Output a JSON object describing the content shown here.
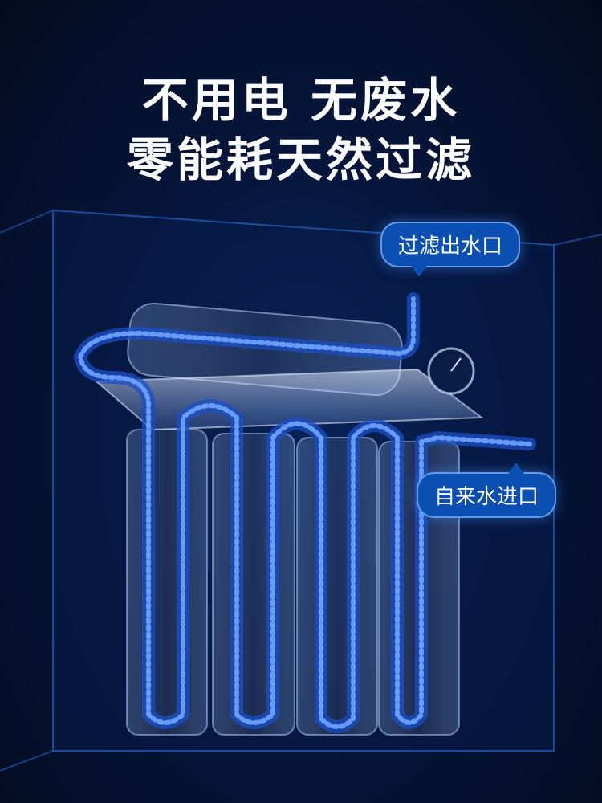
{
  "headline": {
    "line1": "不用电 无废水",
    "line2": "零能耗天然过滤"
  },
  "labels": {
    "outlet": "过滤出水口",
    "inlet": "自来水进口"
  },
  "colors": {
    "background": "#06163b",
    "water": "#2c6cf2",
    "callout": "#0b4fb3"
  },
  "icons": {
    "gauge": "pressure-gauge-icon"
  }
}
